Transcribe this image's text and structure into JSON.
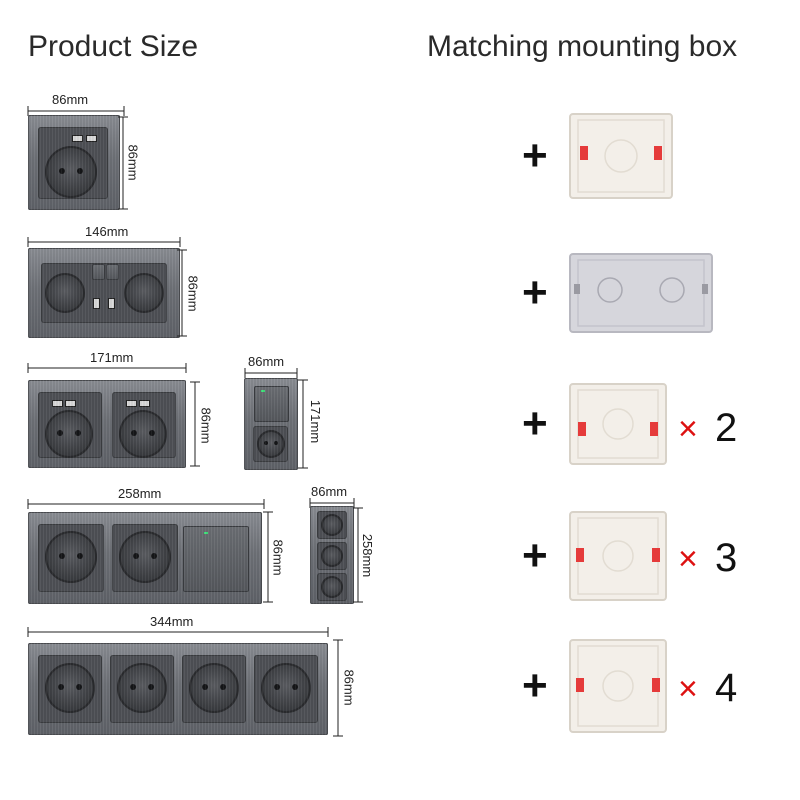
{
  "header": {
    "left_title": "Product Size",
    "right_title": "Matching mounting box"
  },
  "rows": [
    {
      "width_label": "86mm",
      "height_label": "86mm"
    },
    {
      "width_label": "146mm",
      "height_label": "86mm"
    },
    {
      "width_label": "171mm",
      "height_label": "86mm",
      "alt_width_label": "86mm",
      "alt_height_label": "171mm"
    },
    {
      "width_label": "258mm",
      "height_label": "86mm",
      "alt_width_label": "86mm",
      "alt_height_label": "258mm"
    },
    {
      "width_label": "344mm",
      "height_label": "86mm"
    }
  ],
  "boxes": [
    {
      "plus": "+",
      "times": "",
      "count": ""
    },
    {
      "plus": "+",
      "times": "",
      "count": ""
    },
    {
      "plus": "+",
      "times": "×",
      "count": "2"
    },
    {
      "plus": "+",
      "times": "×",
      "count": "3"
    },
    {
      "plus": "+",
      "times": "×",
      "count": "4"
    }
  ],
  "colors": {
    "box_white": "#f3efe9",
    "box_grey": "#d6d6dc",
    "clip_red": "#e53b3b",
    "times_red": "#d11111"
  }
}
